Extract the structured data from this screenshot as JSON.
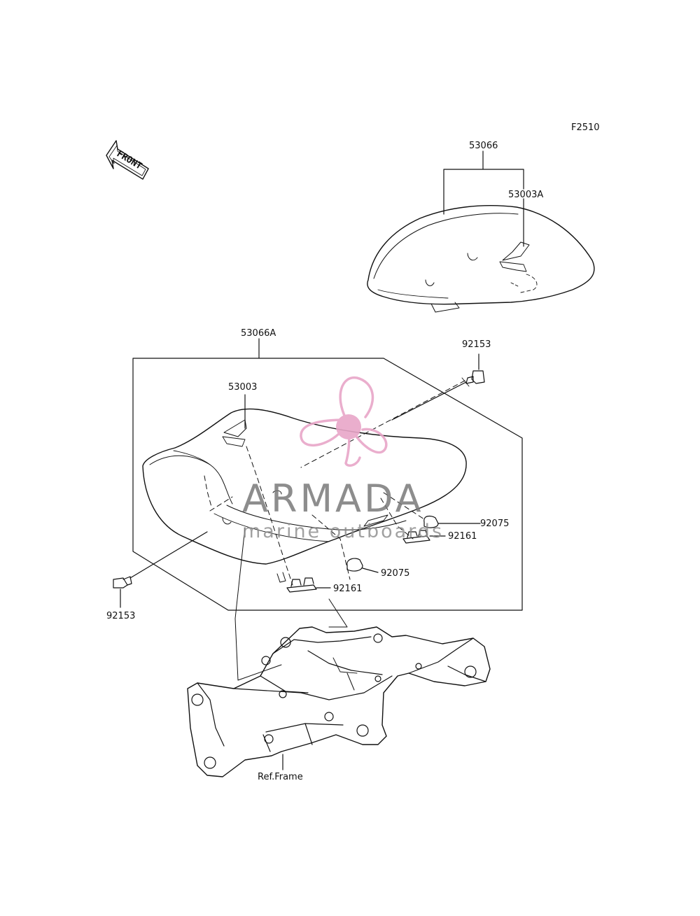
{
  "figure_code": "F2510",
  "front_arrow_label": "FRONT",
  "parts": {
    "seat_rear_assy": "53066",
    "strap_rear": "53003A",
    "seat_front_assy": "53066A",
    "strap_front": "53003",
    "bolt_right": "92153",
    "bolt_left": "92153",
    "damper_right": "92075",
    "damper_center": "92075",
    "clip_right": "92161",
    "clip_center": "92161",
    "frame_ref": "Ref.Frame"
  },
  "watermark": {
    "title": "ARMADA",
    "subtitle": "marine outboards",
    "logo": "propeller-logo",
    "accent_color": "#e8a6c8",
    "text_color": "#7a7a7a"
  },
  "line_color": "#111111"
}
